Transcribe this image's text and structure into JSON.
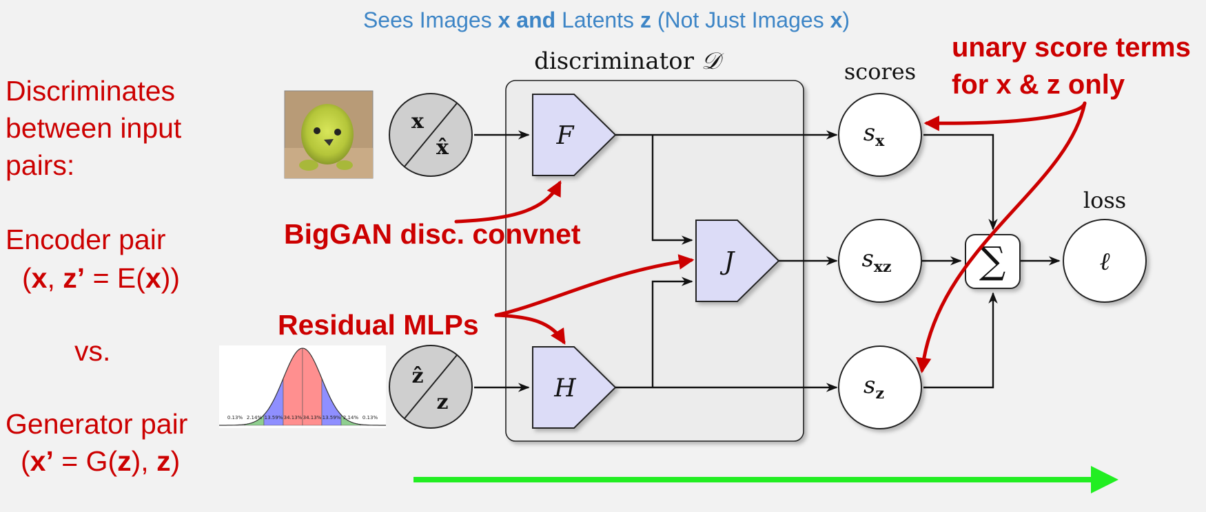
{
  "subtitle": {
    "p1": "Sees Images ",
    "x": "x",
    "and": " and",
    "p2": " Latents ",
    "z": "z",
    "p3": " (Not Just Images ",
    "x2": "x",
    "p4": ")"
  },
  "left_panel": {
    "line1": "Discriminates",
    "line2": "between input",
    "line3": "pairs:",
    "encoder_title": "Encoder pair",
    "encoder_open": "(",
    "encoder_x": "x",
    "encoder_comma": ", ",
    "encoder_zp": "z’",
    "encoder_eq": " = E(",
    "encoder_x2": "x",
    "encoder_close": "))",
    "vs": "vs.",
    "generator_title": "Generator pair",
    "gen_open": "(",
    "gen_xp": "x’",
    "gen_eq": " = G(",
    "gen_z": "z",
    "gen_mid": "), ",
    "gen_z2": "z",
    "gen_close": ")"
  },
  "diagram": {
    "discriminator_label_prefix": "discriminator ",
    "discriminator_symbol": "𝒟",
    "scores_label": "scores",
    "loss_label": "loss",
    "input_x_top": "x",
    "input_x_bottom": "x̂",
    "input_z_top": "ẑ",
    "input_z_bottom": "z",
    "block_F": "F",
    "block_J": "J",
    "block_H": "H",
    "score_x_s": "s",
    "score_x_sub": "x",
    "score_xz_s": "s",
    "score_xz_sub": "xz",
    "score_z_s": "s",
    "score_z_sub": "z",
    "sum_symbol": "∑",
    "loss_symbol": "ℓ"
  },
  "annotations": {
    "unary_line1": "unary score terms",
    "unary_line2": "for x & z only",
    "biggan": "BigGAN disc. convnet",
    "residual": "Residual MLPs"
  },
  "gaussian_labels": [
    "0.13%",
    "2.14%",
    "13.59%",
    "34.13%",
    "34.13%",
    "13.59%",
    "2.14%",
    "0.13%"
  ],
  "colors": {
    "annotation_red": "#cc0000",
    "subtitle_blue": "#3d85c6",
    "block_fill": "#dcdcf7",
    "progress_green": "#22ee22"
  }
}
